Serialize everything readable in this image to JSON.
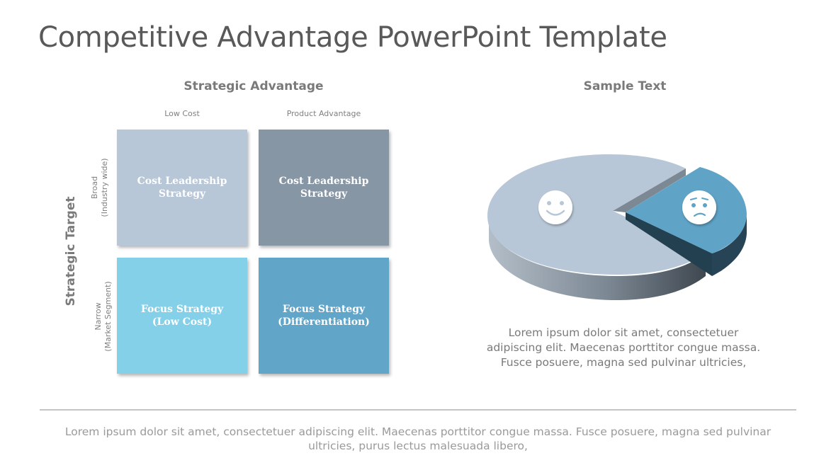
{
  "slide": {
    "title": "Competitive Advantage PowerPoint Template"
  },
  "matrix": {
    "heading": "Strategic Advantage",
    "columns": [
      "Low Cost",
      "Product Advantage"
    ],
    "axis_label": "Strategic Target",
    "rows": [
      {
        "label": "Broad\n(Industry wide)"
      },
      {
        "label": "Narrow\n(Market Segment)"
      }
    ],
    "cells": [
      {
        "label": "Cost Leadership\nStrategy",
        "color": "#b8c7d7"
      },
      {
        "label": "Cost Leadership\nStrategy",
        "color": "#8796a5"
      },
      {
        "label": "Focus Strategy\n(Low Cost)",
        "color": "#84d0e9"
      },
      {
        "label": "Focus Strategy\n(Differentiation)",
        "color": "#61a5c9"
      }
    ]
  },
  "pie": {
    "heading": "Sample Text",
    "slices": [
      {
        "name": "happy",
        "icon": "smiley-face-icon",
        "color": "#b8c7d7",
        "side_color": "#6f7a86"
      },
      {
        "name": "worried",
        "icon": "worried-face-icon",
        "color": "#5fa3c7",
        "side_color": "#274457"
      }
    ],
    "caption": "Lorem ipsum dolor sit amet, consectetuer adipiscing elit. Maecenas porttitor congue massa. Fusce posuere, magna sed pulvinar ultricies,"
  },
  "footer": {
    "text": "Lorem ipsum dolor sit amet, consectetuer adipiscing elit. Maecenas porttitor congue massa.  Fusce posuere, magna sed pulvinar ultricies, purus lectus malesuada libero,"
  }
}
